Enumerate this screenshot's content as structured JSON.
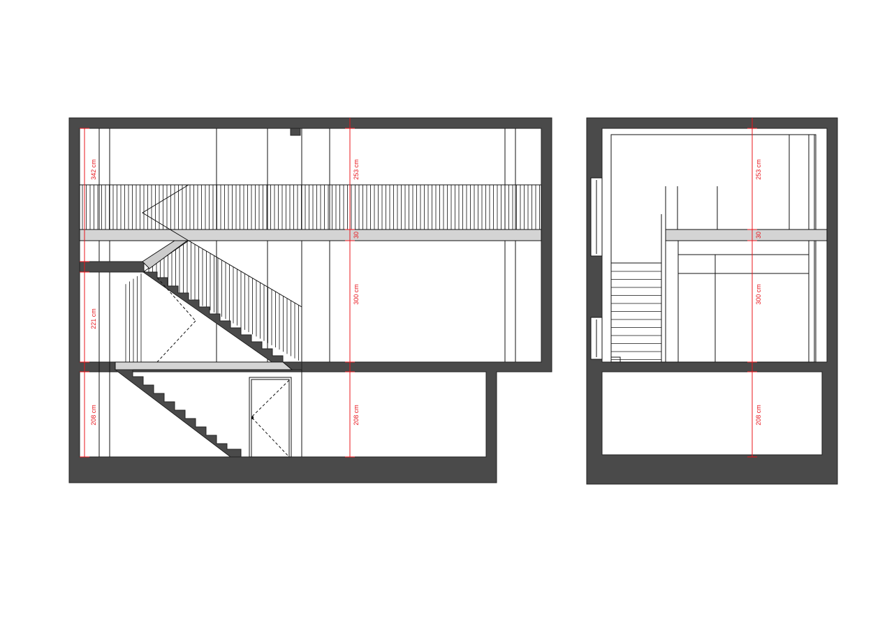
{
  "drawing": {
    "colors": {
      "wall": "#4a4a4a",
      "slab": "#d4d4d4",
      "dimension": "#e8141b"
    },
    "section_left": {
      "dimensions": {
        "left_total_upper": "342 cm",
        "left_lower_floor": "221 cm",
        "left_basement": "208 cm",
        "center_upper": "253 cm",
        "center_slab": "30",
        "center_floor": "300 cm",
        "center_basement": "208 cm"
      }
    },
    "section_right": {
      "dimensions": {
        "upper": "253 cm",
        "slab": "30",
        "floor": "300 cm",
        "basement": "208 cm"
      }
    }
  }
}
